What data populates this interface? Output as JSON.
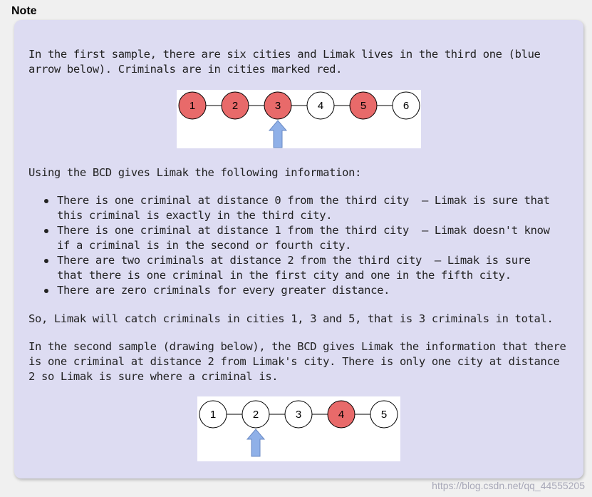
{
  "header": {
    "title": "Note"
  },
  "paragraphs": {
    "p1_line1": "In the first sample, there are six cities and Limak lives in the third one (blue",
    "p1_line2": "arrow below). Criminals are in cities marked red.",
    "p2": "Using the BCD gives Limak the following information:",
    "p3": "So, Limak will catch criminals in cities 1, 3 and 5, that is 3 criminals in total.",
    "p4_line1": "In the second sample (drawing below), the BCD gives Limak the information that there",
    "p4_line2": "is one criminal at distance 2 from Limak's city. There is only one city at distance",
    "p4_line3": "2 so Limak is sure where a criminal is."
  },
  "bullets": [
    {
      "line1": "There is one criminal at distance 0 from the third city  — Limak is sure that",
      "line2": "this criminal is exactly in the third city."
    },
    {
      "line1": "There is one criminal at distance 1 from the third city  — Limak doesn't know",
      "line2": "if a criminal is in the second or fourth city."
    },
    {
      "line1": "There are two criminals at distance 2 from the third city  — Limak is sure",
      "line2": "that there is one criminal in the first city and one in the fifth city."
    },
    {
      "line1": "There are zero criminals for every greater distance.",
      "line2": ""
    }
  ],
  "figure1": {
    "nodes": [
      {
        "label": "1",
        "criminal": true
      },
      {
        "label": "2",
        "criminal": true
      },
      {
        "label": "3",
        "criminal": true
      },
      {
        "label": "4",
        "criminal": false
      },
      {
        "label": "5",
        "criminal": true
      },
      {
        "label": "6",
        "criminal": false
      }
    ],
    "limak_city": 3
  },
  "figure2": {
    "nodes": [
      {
        "label": "1",
        "criminal": false
      },
      {
        "label": "2",
        "criminal": false
      },
      {
        "label": "3",
        "criminal": false
      },
      {
        "label": "4",
        "criminal": true
      },
      {
        "label": "5",
        "criminal": false
      }
    ],
    "limak_city": 2
  },
  "colors": {
    "criminal_fill": "#e86a6a",
    "normal_fill": "#ffffff",
    "arrow_fill": "#8fb0e8",
    "note_bg": "#dddcf2"
  },
  "watermark": "https://blog.csdn.net/qq_44555205"
}
